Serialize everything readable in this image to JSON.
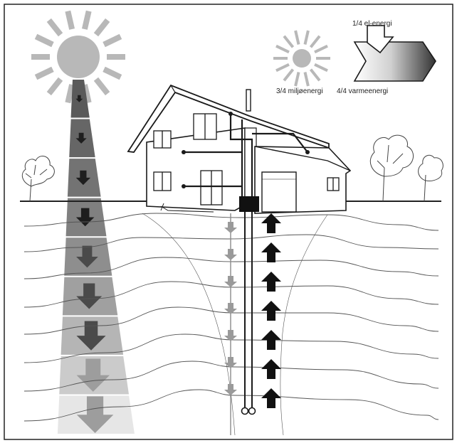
{
  "labels": {
    "electric": "1/4 el-energi",
    "environment": "3/4 miljøenergi",
    "heat": "4/4 varmeenergi"
  },
  "colors": {
    "ink": "#1a1a1a",
    "sun": "#b8b8b8",
    "ground_line": "#444444",
    "frame": "#222222",
    "down_arrow": "#9a9a9a",
    "up_arrow": "#111111"
  },
  "icons": {
    "sun_large": "sun-icon",
    "sun_small": "sun-icon",
    "energy_flow": "gradient-arrow-icon",
    "house": "house-icon",
    "heat_pump": "heat-pump-icon",
    "trees": "tree-icon"
  }
}
